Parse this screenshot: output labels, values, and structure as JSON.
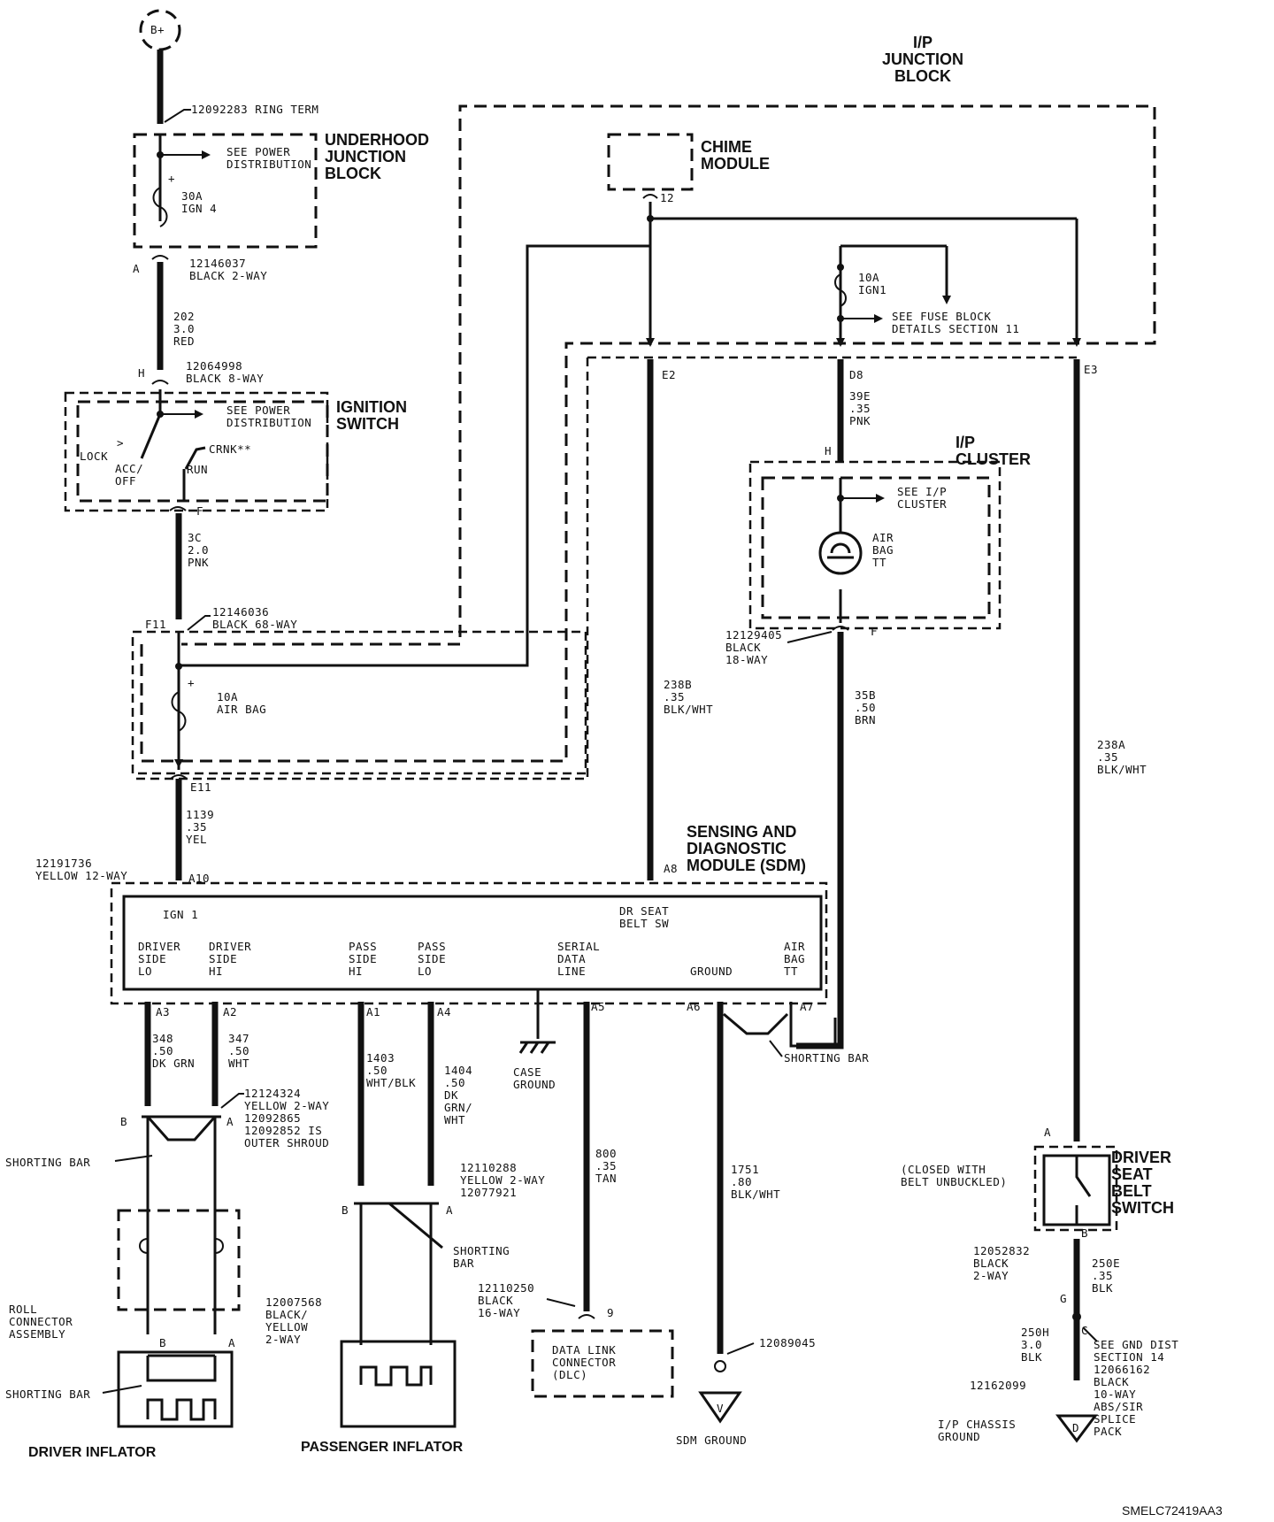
{
  "title": "",
  "doc_id": "SMELC72419AA3",
  "battery": {
    "label": "B+"
  },
  "components": {
    "ip_junction_block": "I/P\nJUNCTION\nBLOCK",
    "underhood_junction_block": "UNDERHOOD\nJUNCTION\nBLOCK",
    "ignition_switch": "IGNITION\nSWITCH",
    "chime_module": "CHIME\nMODULE",
    "ip_cluster": "I/P\nCLUSTER",
    "sdm": "SENSING AND\nDIAGNOSTIC\nMODULE (SDM)",
    "driver_inflator": "DRIVER INFLATOR",
    "passenger_inflator": "PASSENGER INFLATOR",
    "driver_seat_belt_switch": "DRIVER\nSEAT\nBELT\nSWITCH",
    "dlc": "DATA LINK\nCONNECTOR\n(DLC)"
  },
  "labels": {
    "ring_term": "12092283  RING TERM",
    "see_power_dist_1": "SEE POWER\nDISTRIBUTION",
    "fuse_30a": "30A\nIGN 4",
    "conn_a": "A",
    "conn_12146037": "12146037\nBLACK 2-WAY",
    "wire_202": "202\n3.0\nRED",
    "conn_h": "H",
    "conn_12064998": "12064998\nBLACK 8-WAY",
    "see_power_dist_2": "SEE POWER\nDISTRIBUTION",
    "lock": "LOCK",
    "acc_off": "ACC/\nOFF",
    "crnk": "CRNK**",
    "run": "RUN",
    "conn_f": "F",
    "wire_3c": "3C\n2.0\nPNK",
    "conn_f11": "F11",
    "conn_12146036": "12146036\nBLACK 68-WAY",
    "fuse_10a_airbag": "10A\nAIR BAG",
    "conn_e11": "E11",
    "wire_1139": "1139\n.35\nYEL",
    "conn_12191736": "12191736\nYELLOW 12-WAY",
    "conn_a10": "A10",
    "pin_12": "12",
    "fuse_10a_ign1": "10A\nIGN1",
    "see_fuse_block": "SEE FUSE BLOCK\nDETAILS SECTION 11",
    "conn_e2": "E2",
    "conn_d8": "D8",
    "conn_e3": "E3",
    "wire_39e": "39E\n.35\nPNK",
    "conn_h_cluster": "H",
    "see_ip_cluster": "SEE I/P\nCLUSTER",
    "airbag_tt": "AIR\nBAG\nTT",
    "conn_12129405": "12129405\nBLACK\n18-WAY",
    "conn_f_cluster": "F",
    "wire_35b": "35B\n.50\nBRN",
    "wire_238b": "238B\n.35\nBLK/WHT",
    "wire_238a": "238A\n.35\nBLK/WHT",
    "conn_a8": "A8",
    "ign1": "IGN 1",
    "dr_seat_belt_sw": "DR SEAT\nBELT SW",
    "driver_side_lo": "DRIVER\nSIDE\nLO",
    "driver_side_hi": "DRIVER\nSIDE\nHI",
    "pass_side_hi": "PASS\nSIDE\nHI",
    "pass_side_lo": "PASS\nSIDE\nLO",
    "serial_data_line": "SERIAL\nDATA\nLINE",
    "ground": "GROUND",
    "air_bag_tt": "AIR\nBAG\nTT",
    "pin_a3": "A3",
    "pin_a2": "A2",
    "pin_a1": "A1",
    "pin_a4": "A4",
    "pin_a5": "A5",
    "pin_a6": "A6",
    "pin_a7": "A7",
    "wire_348": "348\n.50\nDK GRN",
    "wire_347": "347\n.50\nWHT",
    "wire_1403": "1403\n.50\nWHT/BLK",
    "wire_1404": "1404\n.50\nDK\nGRN/\nWHT",
    "case_ground": "CASE\nGROUND",
    "shorting_bar": "SHORTING BAR",
    "conn_12124324": "12124324\nYELLOW 2-WAY\n12092865\n12092852 IS\nOUTER SHROUD",
    "conn_b": "B",
    "conn_a_drv": "A",
    "shorting_bar_drv": "SHORTING BAR",
    "conn_12110288": "12110288\nYELLOW 2-WAY\n12077921",
    "shorting_bar_pass": "SHORTING\nBAR",
    "roll_connector": "ROLL\nCONNECTOR\nASSEMBLY",
    "conn_12007568": "12007568\nBLACK/\nYELLOW\n2-WAY",
    "shorting_bar_inflator": "SHORTING BAR",
    "wire_800": "800\n.35\nTAN",
    "conn_12110250": "12110250\nBLACK\n16-WAY",
    "pin_9": "9",
    "wire_1751": "1751\n.80\nBLK/WHT",
    "conn_12089045": "12089045",
    "sdm_ground": "SDM GROUND",
    "ground_v": "V",
    "closed_with": "(CLOSED WITH\nBELT UNBUCKLED)",
    "conn_a_belt": "A",
    "conn_b_belt": "B",
    "conn_12052832": "12052832\nBLACK\n2-WAY",
    "wire_250e": "250E\n.35\nBLK",
    "conn_g": "G",
    "conn_c": "C",
    "wire_250h": "250H\n3.0\nBLK",
    "see_gnd_dist": "SEE GND DIST\nSECTION 14\n12066162\nBLACK\n10-WAY\nABS/SIR\nSPLICE\nPACK",
    "conn_12162099": "12162099",
    "ip_chassis_ground": "I/P CHASSIS\nGROUND",
    "ground_d": "D"
  }
}
